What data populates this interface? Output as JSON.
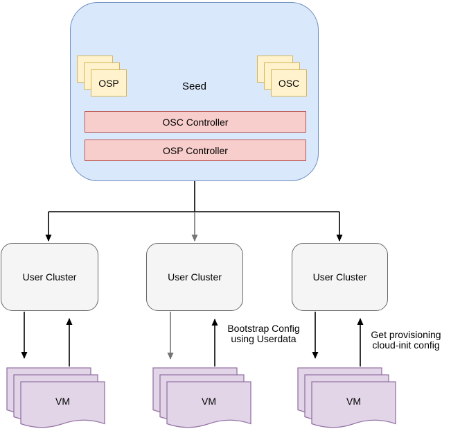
{
  "diagram": {
    "seed": {
      "label": "Seed",
      "module_left": "OSP",
      "module_right": "OSC",
      "controller_top": "OSC Controller",
      "controller_bottom": "OSP Controller"
    },
    "clusters": [
      {
        "label": "User Cluster"
      },
      {
        "label": "User Cluster"
      },
      {
        "label": "User Cluster"
      }
    ],
    "vm_stacks": [
      {
        "label": "VM"
      },
      {
        "label": "VM"
      },
      {
        "label": "VM"
      }
    ],
    "annotations": {
      "bootstrap": {
        "line1": "Bootstrap Config",
        "line2": "using Userdata"
      },
      "provisioning": {
        "line1": "Get provisioning",
        "line2": "cloud-init config"
      }
    },
    "colors": {
      "seed_fill": "#dae8fc",
      "seed_border": "#6c8ebf",
      "module_fill": "#fff2cc",
      "module_border": "#d6b656",
      "controller_fill": "#f8cecc",
      "controller_border": "#b85450",
      "cluster_fill": "#f5f5f5",
      "cluster_border": "#666666",
      "vm_fill": "#e1d5e7",
      "vm_border": "#9673a6",
      "edge": "#000000",
      "edge_secondary": "#757575"
    }
  }
}
